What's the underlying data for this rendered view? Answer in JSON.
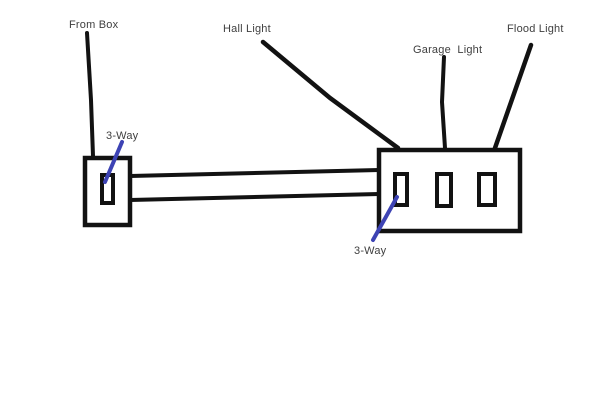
{
  "colors": {
    "ink_black": "#121212",
    "annotation_blue": "#3d43b4",
    "label_text": "#3f3f3f",
    "background": "#ffffff"
  },
  "labels": {
    "from_box": "From Box",
    "hall_light": "Hall Light",
    "garage_light": "Garage  Light",
    "flood_light": "Flood Light",
    "three_way_upper": "3-Way",
    "three_way_lower": "3-Way"
  }
}
